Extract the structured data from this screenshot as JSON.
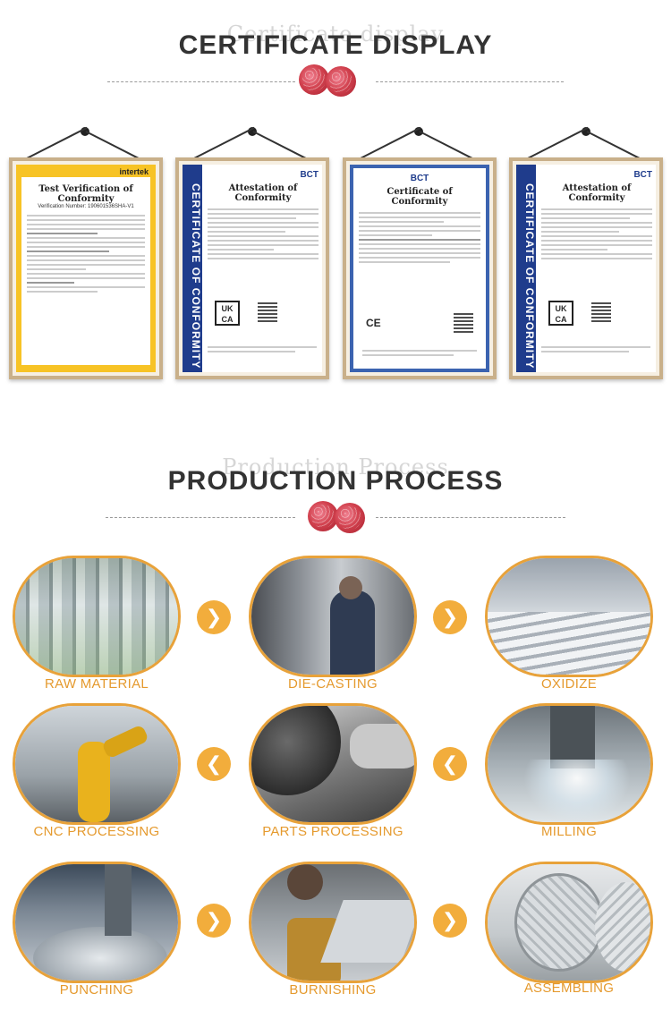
{
  "certificate_section": {
    "ghost": "Certificate display",
    "title": "CERTIFICATE DISPLAY"
  },
  "certificates": [
    {
      "title": "Test Verification of Conformity",
      "subtitle": "Verification Number: 190601536SHA-V1",
      "brand": "intertek"
    },
    {
      "title": "Attestation of Conformity",
      "band": "CERTIFICATE OF CONFORMITY",
      "mark": "UK CA",
      "brand": "BCT"
    },
    {
      "title": "Certificate of Conformity",
      "mark": "CE",
      "brand": "BCT"
    },
    {
      "title": "Attestation of Conformity",
      "band": "CERTIFICATE OF CONFORMITY",
      "mark": "UK CA",
      "brand": "BCT"
    }
  ],
  "process_section": {
    "ghost": "Production Process",
    "title": "PRODUCTION PROCESS"
  },
  "steps": [
    {
      "label": "RAW MATERIAL"
    },
    {
      "label": "DIE-CASTING"
    },
    {
      "label": "OXIDIZE"
    },
    {
      "label": "CNC PROCESSING"
    },
    {
      "label": "PARTS PROCESSING"
    },
    {
      "label": "MILLING"
    },
    {
      "label": "PUNCHING"
    },
    {
      "label": "BURNISHING"
    },
    {
      "label": "ASSEMBLING"
    }
  ],
  "arrows": {
    "right": "❯",
    "left": "❮"
  },
  "colors": {
    "accent": "#e59a2e",
    "arrow": "#f2ad3c",
    "band": "#1f3c8c",
    "yellow": "#f7c325"
  },
  "icons": {
    "meat": "meat-patty-icon"
  }
}
